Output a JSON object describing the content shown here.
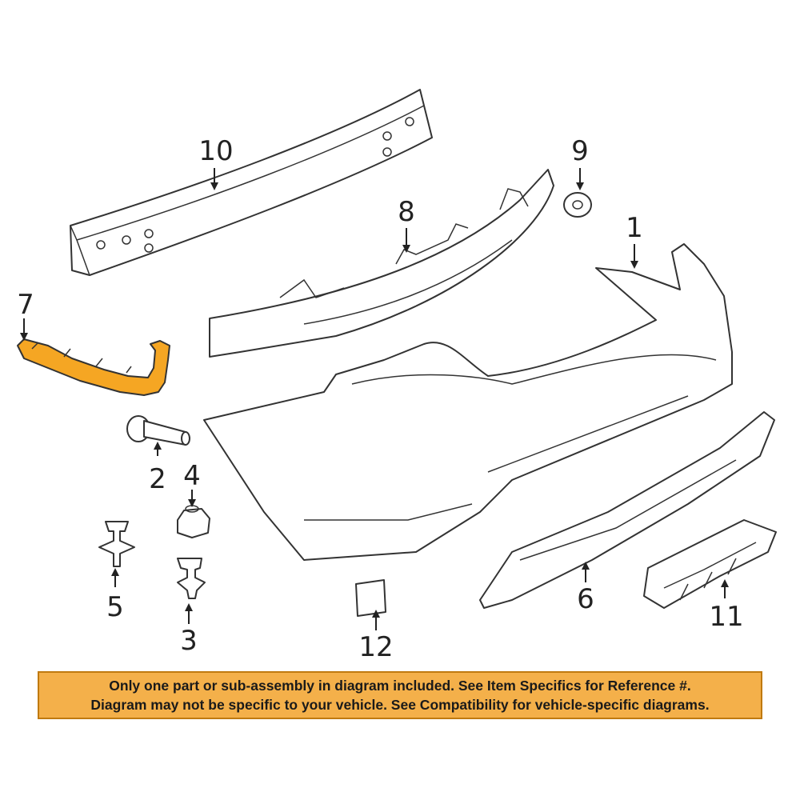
{
  "callouts": {
    "c1": "1",
    "c2": "2",
    "c3": "3",
    "c4": "4",
    "c5": "5",
    "c6": "6",
    "c7": "7",
    "c8": "8",
    "c9": "9",
    "c10": "10",
    "c11": "11",
    "c12": "12"
  },
  "highlight_part": "7",
  "colors": {
    "highlight": "#f5a623",
    "banner": "#f4b04a",
    "line": "#333333"
  },
  "disclaimer": {
    "line1": "Only one part or sub-assembly in diagram included. See Item Specifics for Reference #.",
    "line2": "Diagram may not be specific to your vehicle. See Compatibility for vehicle-specific diagrams."
  }
}
